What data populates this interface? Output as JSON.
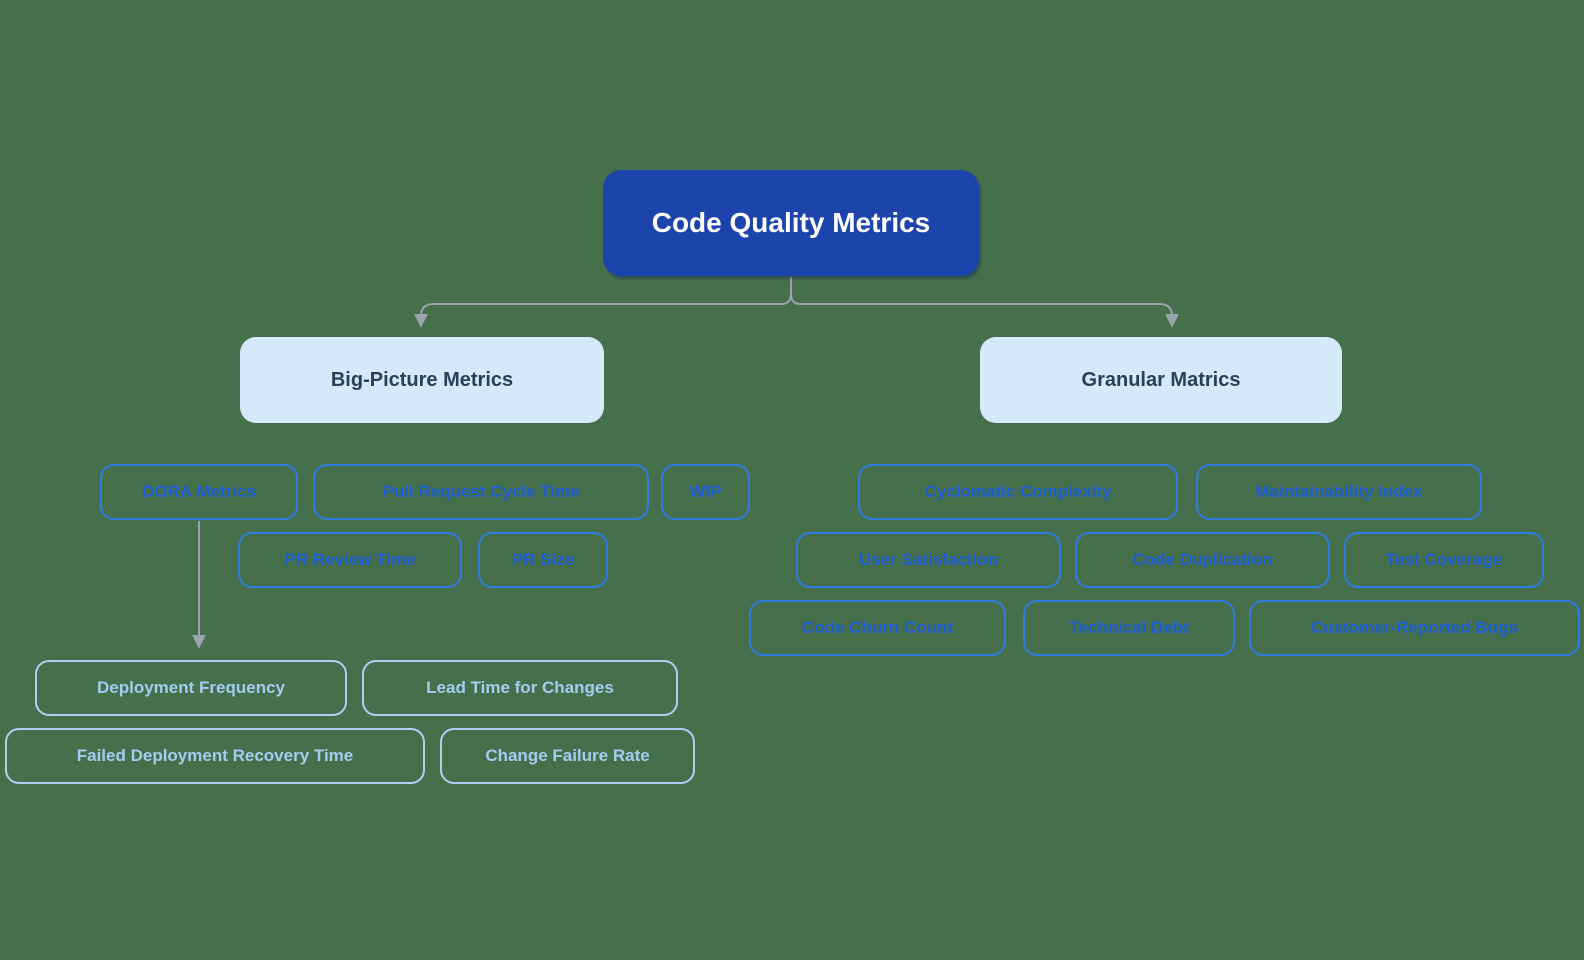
{
  "root": {
    "label": "Code Quality Metrics"
  },
  "branches": {
    "big_picture": {
      "label": "Big-Picture Metrics",
      "children": {
        "dora_metrics": "DORA Metrics",
        "pull_request_cycle_time": "Pull Request Cycle Time",
        "wip": "WIP",
        "pr_review_time": "PR Review Time",
        "pr_size": "PR Size"
      },
      "dora_children": {
        "deployment_frequency": "Deployment Frequency",
        "lead_time_for_changes": "Lead Time for Changes",
        "failed_deployment_recovery_time": "Failed Deployment Recovery Time",
        "change_failure_rate": "Change Failure Rate"
      }
    },
    "granular": {
      "label": "Granular Matrics",
      "children": {
        "cyclomatic_complexity": "Cyclomatic Complexity",
        "maintainability_index": "Maintainability Index",
        "user_satisfaction": "User Satisfaction",
        "code_duplication": "Code Duplication",
        "test_coverage": "Test Coverage",
        "code_churn_count": "Code Churn Count",
        "technical_debt": "Technical Debt",
        "customer_reported_bugs": "Customer-Reported Bugs"
      }
    }
  },
  "colors": {
    "background": "#46704c",
    "root_fill": "#1d44ad",
    "root_text": "#ffffff",
    "section_fill": "#d5e9fb",
    "section_text": "#2a3f58",
    "primary_leaf_border": "#2e7be4",
    "primary_leaf_text": "#1e5ed6",
    "secondary_leaf_border": "#abd2f1",
    "secondary_leaf_text": "#a3cdf0",
    "connector": "#9aa4ae"
  }
}
